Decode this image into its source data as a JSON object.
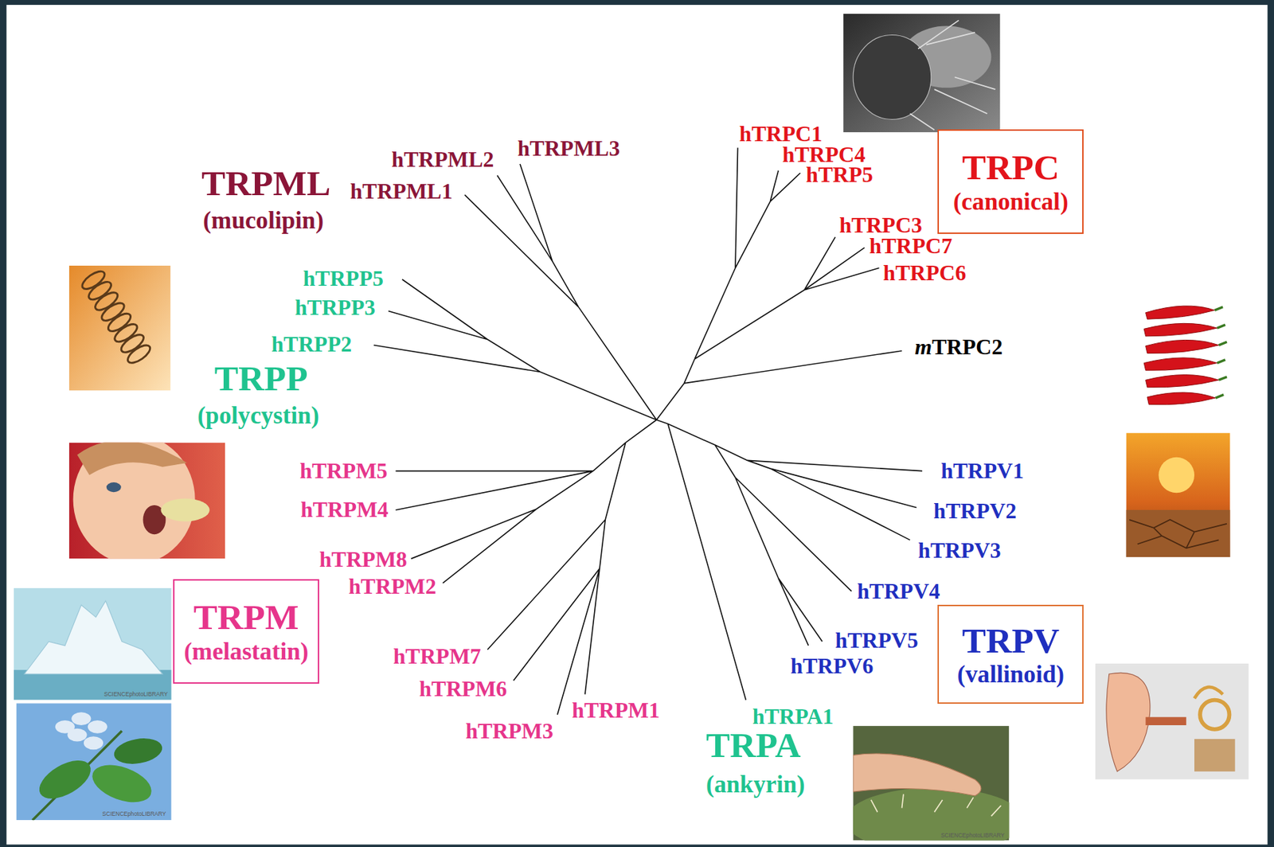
{
  "diagram": {
    "nodes": [
      {
        "text": [
          "TRPC",
          "(canonical)"
        ]
      },
      {
        "text": [
          "TRPM",
          "(melastatin)"
        ]
      },
      {
        "text": [
          "TRPV",
          "(vallinoid)"
        ]
      }
    ],
    "labels": [
      "hTRPML3",
      "hTRPML2",
      "hTRPML1",
      "TRPML",
      "(mucolipin)",
      "hTRPC1",
      "hTRPC4",
      "hTRP5",
      "hTRPC3",
      "hTRPC7",
      "hTRPC6",
      "mTRPC2",
      "hTRPP5",
      "hTRPP3",
      "hTRPP2",
      "TRPP",
      "(polycystin)",
      "hTRPM5",
      "hTRPM4",
      "hTRPM8",
      "hTRPM2",
      "hTRPM7",
      "hTRPM6",
      "hTRPM3",
      "hTRPM1",
      "hTRPA1",
      "TRPA",
      "(ankyrin)",
      "hTRPV1",
      "hTRPV2",
      "hTRPV3",
      "hTRPV4",
      "hTRPV5",
      "hTRPV6",
      "SCIENCEphotoLIBRARY",
      "SCIENCEphotoLIBRARY",
      "SCIENCEphotoLIBRARY"
    ]
  }
}
